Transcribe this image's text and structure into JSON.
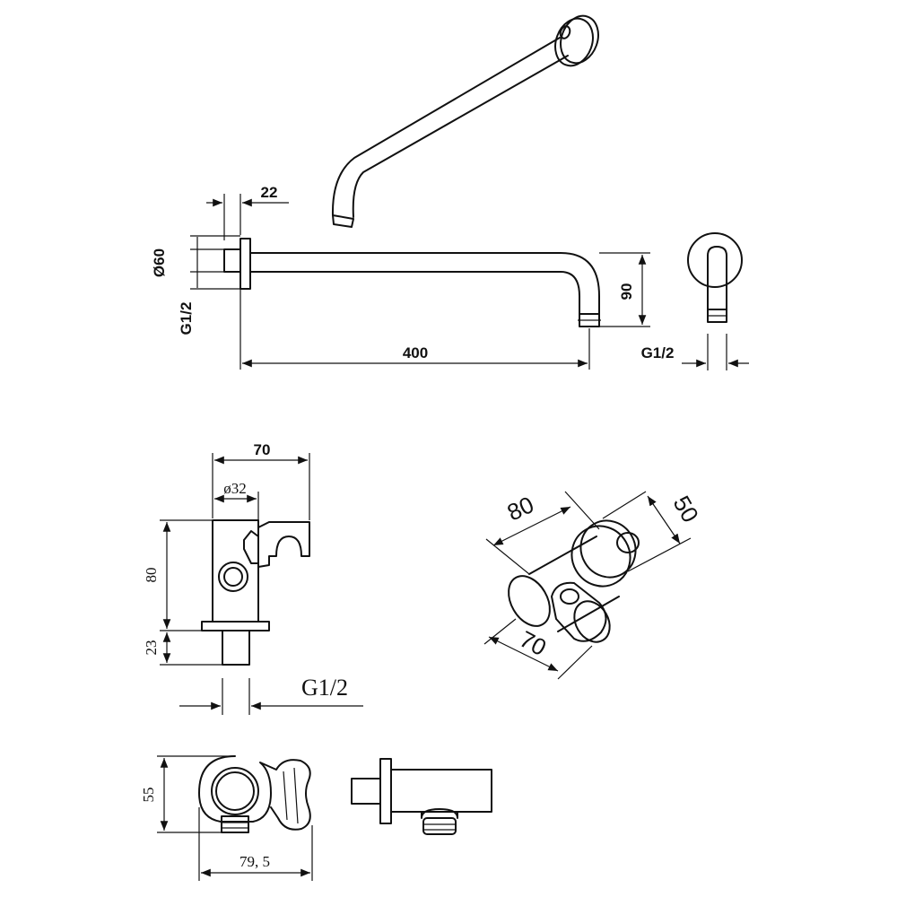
{
  "shower_arm": {
    "flange_thickness": "22",
    "flange_diameter": "Ø60",
    "thread_left": "G1/2",
    "drop_height": "90",
    "arm_length": "400",
    "thread_side": "G1/2"
  },
  "wall_outlet_holder": {
    "width": "70",
    "body_diameter": "ø32",
    "height": "80",
    "stub_height": "23",
    "thread": "G1/2",
    "iso_length": "80",
    "iso_depth": "50",
    "iso_width": "70",
    "depth": "55",
    "plan_length": "79, 5"
  }
}
